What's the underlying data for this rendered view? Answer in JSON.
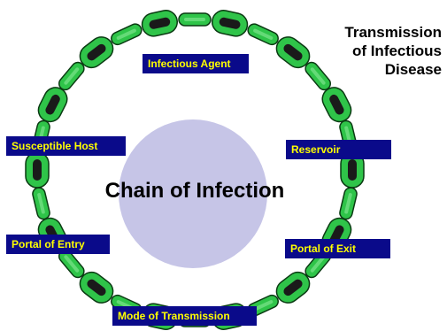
{
  "title_lines": [
    "Transmission",
    "of Infectious",
    "Disease"
  ],
  "center_label": "Chain of Infection",
  "chain_links": [
    {
      "label": "Infectious Agent"
    },
    {
      "label": "Reservoir"
    },
    {
      "label": "Portal of Exit"
    },
    {
      "label": "Mode of Transmission"
    },
    {
      "label": "Portal of Entry"
    },
    {
      "label": "Susceptible Host"
    }
  ],
  "colors": {
    "chain_green": "#2fc449",
    "chain_outline": "#0a3a12",
    "link_hole": "#1a1a1a",
    "label_bg": "#0a0a8a",
    "label_text": "#ffff00",
    "center_fill": "#c6c5e7"
  }
}
